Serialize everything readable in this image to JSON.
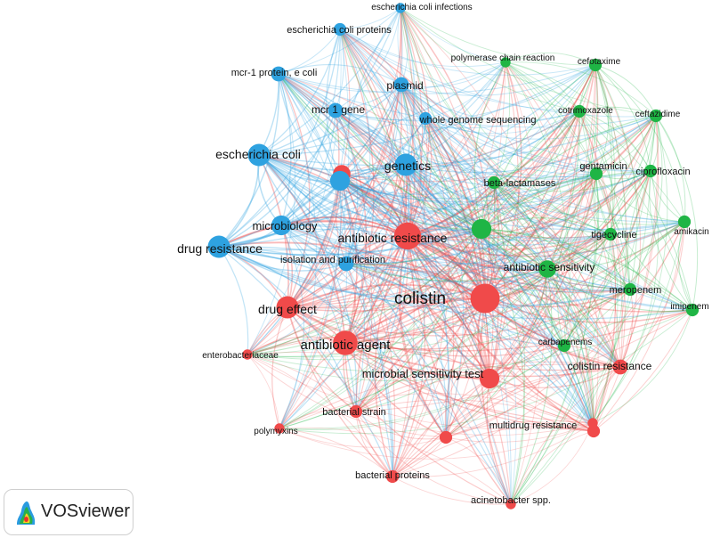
{
  "app": {
    "logo_label": "VOSviewer"
  },
  "colors": {
    "cluster1": "#f04a4a",
    "cluster2": "#2ea2e0",
    "cluster3": "#1fb545"
  },
  "nodes": [
    {
      "id": "colistin",
      "label": "colistin",
      "cluster": 1,
      "weight": 10
    },
    {
      "id": "antibiotic-resistance",
      "label": "antibiotic resistance",
      "cluster": 1,
      "weight": 9
    },
    {
      "id": "antibiotic-agent",
      "label": "antibiotic agent",
      "cluster": 1,
      "weight": 8
    },
    {
      "id": "drug-effect",
      "label": "drug effect",
      "cluster": 1,
      "weight": 7
    },
    {
      "id": "microbial-sensitivity-test",
      "label": "microbial sensitivity test",
      "cluster": 1,
      "weight": 6
    },
    {
      "id": "colistin-resistance",
      "label": "colistin resistance",
      "cluster": 1,
      "weight": 4
    },
    {
      "id": "multidrug-resistance",
      "label": "multidrug resistance",
      "cluster": 1,
      "weight": 3
    },
    {
      "id": "bacterial-strain",
      "label": "bacterial strain",
      "cluster": 1,
      "weight": 3
    },
    {
      "id": "bacterial-proteins",
      "label": "bacterial proteins",
      "cluster": 1,
      "weight": 3
    },
    {
      "id": "acinetobacter-spp",
      "label": "acinetobacter spp.",
      "cluster": 1,
      "weight": 2
    },
    {
      "id": "polymyxins",
      "label": "polymyxins",
      "cluster": 1,
      "weight": 2
    },
    {
      "id": "enterobacteriaceae",
      "label": "enterobacteriaceae",
      "cluster": 1,
      "weight": 2
    },
    {
      "id": "unlabeled-red-a",
      "label": "",
      "cluster": 1,
      "weight": 7
    },
    {
      "id": "unlabeled-red-b",
      "label": "",
      "cluster": 1,
      "weight": 5
    },
    {
      "id": "unlabeled-red-c",
      "label": "",
      "cluster": 1,
      "weight": 3
    },
    {
      "id": "unlabeled-red-d",
      "label": "",
      "cluster": 1,
      "weight": 2
    },
    {
      "id": "drug-resistance",
      "label": "drug resistance",
      "cluster": 2,
      "weight": 7
    },
    {
      "id": "escherichia-coli",
      "label": "escherichia coli",
      "cluster": 2,
      "weight": 7
    },
    {
      "id": "genetics",
      "label": "genetics",
      "cluster": 2,
      "weight": 7
    },
    {
      "id": "microbiology",
      "label": "microbiology",
      "cluster": 2,
      "weight": 6
    },
    {
      "id": "isolation-and-purification",
      "label": "isolation and purification",
      "cluster": 2,
      "weight": 4
    },
    {
      "id": "mcr-1-gene",
      "label": "mcr 1 gene",
      "cluster": 2,
      "weight": 4
    },
    {
      "id": "plasmid",
      "label": "plasmid",
      "cluster": 2,
      "weight": 4
    },
    {
      "id": "mcr-1-protein",
      "label": "mcr-1 protein, e coli",
      "cluster": 2,
      "weight": 4
    },
    {
      "id": "escherichia-coli-proteins",
      "label": "escherichia coli proteins",
      "cluster": 2,
      "weight": 3
    },
    {
      "id": "escherichia-coli-infections",
      "label": "escherichia coli infections",
      "cluster": 2,
      "weight": 2
    },
    {
      "id": "whole-genome-sequencing",
      "label": "whole genome sequencing",
      "cluster": 2,
      "weight": 3
    },
    {
      "id": "unlabeled-blue-a",
      "label": "",
      "cluster": 2,
      "weight": 6
    },
    {
      "id": "antibiotic-sensitivity",
      "label": "antibiotic sensitivity",
      "cluster": 3,
      "weight": 5
    },
    {
      "id": "beta-lactamases",
      "label": "beta-lactamases",
      "cluster": 3,
      "weight": 3
    },
    {
      "id": "gentamicin",
      "label": "gentamicin",
      "cluster": 3,
      "weight": 3
    },
    {
      "id": "ciprofloxacin",
      "label": "ciprofloxacin",
      "cluster": 3,
      "weight": 3
    },
    {
      "id": "tigecycline",
      "label": "tigecycline",
      "cluster": 3,
      "weight": 3
    },
    {
      "id": "amikacin",
      "label": "amikacin",
      "cluster": 3,
      "weight": 3
    },
    {
      "id": "meropenem",
      "label": "meropenem",
      "cluster": 3,
      "weight": 3
    },
    {
      "id": "imipenem",
      "label": "imipenem",
      "cluster": 3,
      "weight": 3
    },
    {
      "id": "carbapenems",
      "label": "carbapenems",
      "cluster": 3,
      "weight": 3
    },
    {
      "id": "ceftazidime",
      "label": "ceftazidime",
      "cluster": 3,
      "weight": 3
    },
    {
      "id": "cefotaxime",
      "label": "cefotaxime",
      "cluster": 3,
      "weight": 3
    },
    {
      "id": "cotrimoxazole",
      "label": "cotrimoxazole",
      "cluster": 3,
      "weight": 3
    },
    {
      "id": "polymerase-chain-reaction",
      "label": "polymerase chain reaction",
      "cluster": 3,
      "weight": 2
    },
    {
      "id": "unlabeled-green-a",
      "label": "",
      "cluster": 3,
      "weight": 6
    }
  ]
}
